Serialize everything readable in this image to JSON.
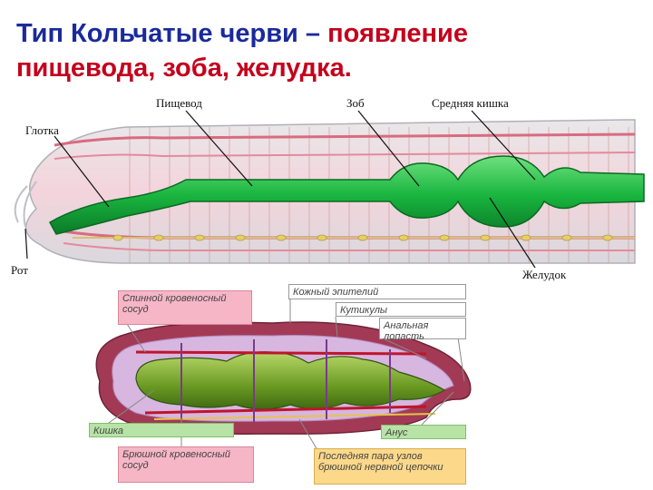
{
  "title": {
    "part1": "Тип Кольчатые  черви",
    "dash": " – ",
    "part2": "появление",
    "line2": "пищевода, зоба, желудка."
  },
  "top_diagram_labels": {
    "pharynx": "Глотка",
    "esophagus": "Пищевод",
    "crop": "Зоб",
    "midgut": "Средняя кишка",
    "mouth": "Рот",
    "stomach": "Желудок"
  },
  "bottom_diagram_labels": {
    "dorsal_vessel": "Спинной кровеносный сосуд",
    "skin_epithelium": "Кожный эпителий",
    "cuticle": "Кутикулы",
    "anal_lobe": "Анальная лопасть",
    "intestine": "Кишка",
    "anus": "Анус",
    "ventral_vessel": "Брюшной кровеносный сосуд",
    "last_ganglia": "Последняя пара узлов брюшной нервной цепочки"
  },
  "colors": {
    "title_blue": "#1a2a9c",
    "title_red": "#c4001c",
    "gut_green": "#19b63f",
    "body_pink": "#f0b8c8"
  }
}
